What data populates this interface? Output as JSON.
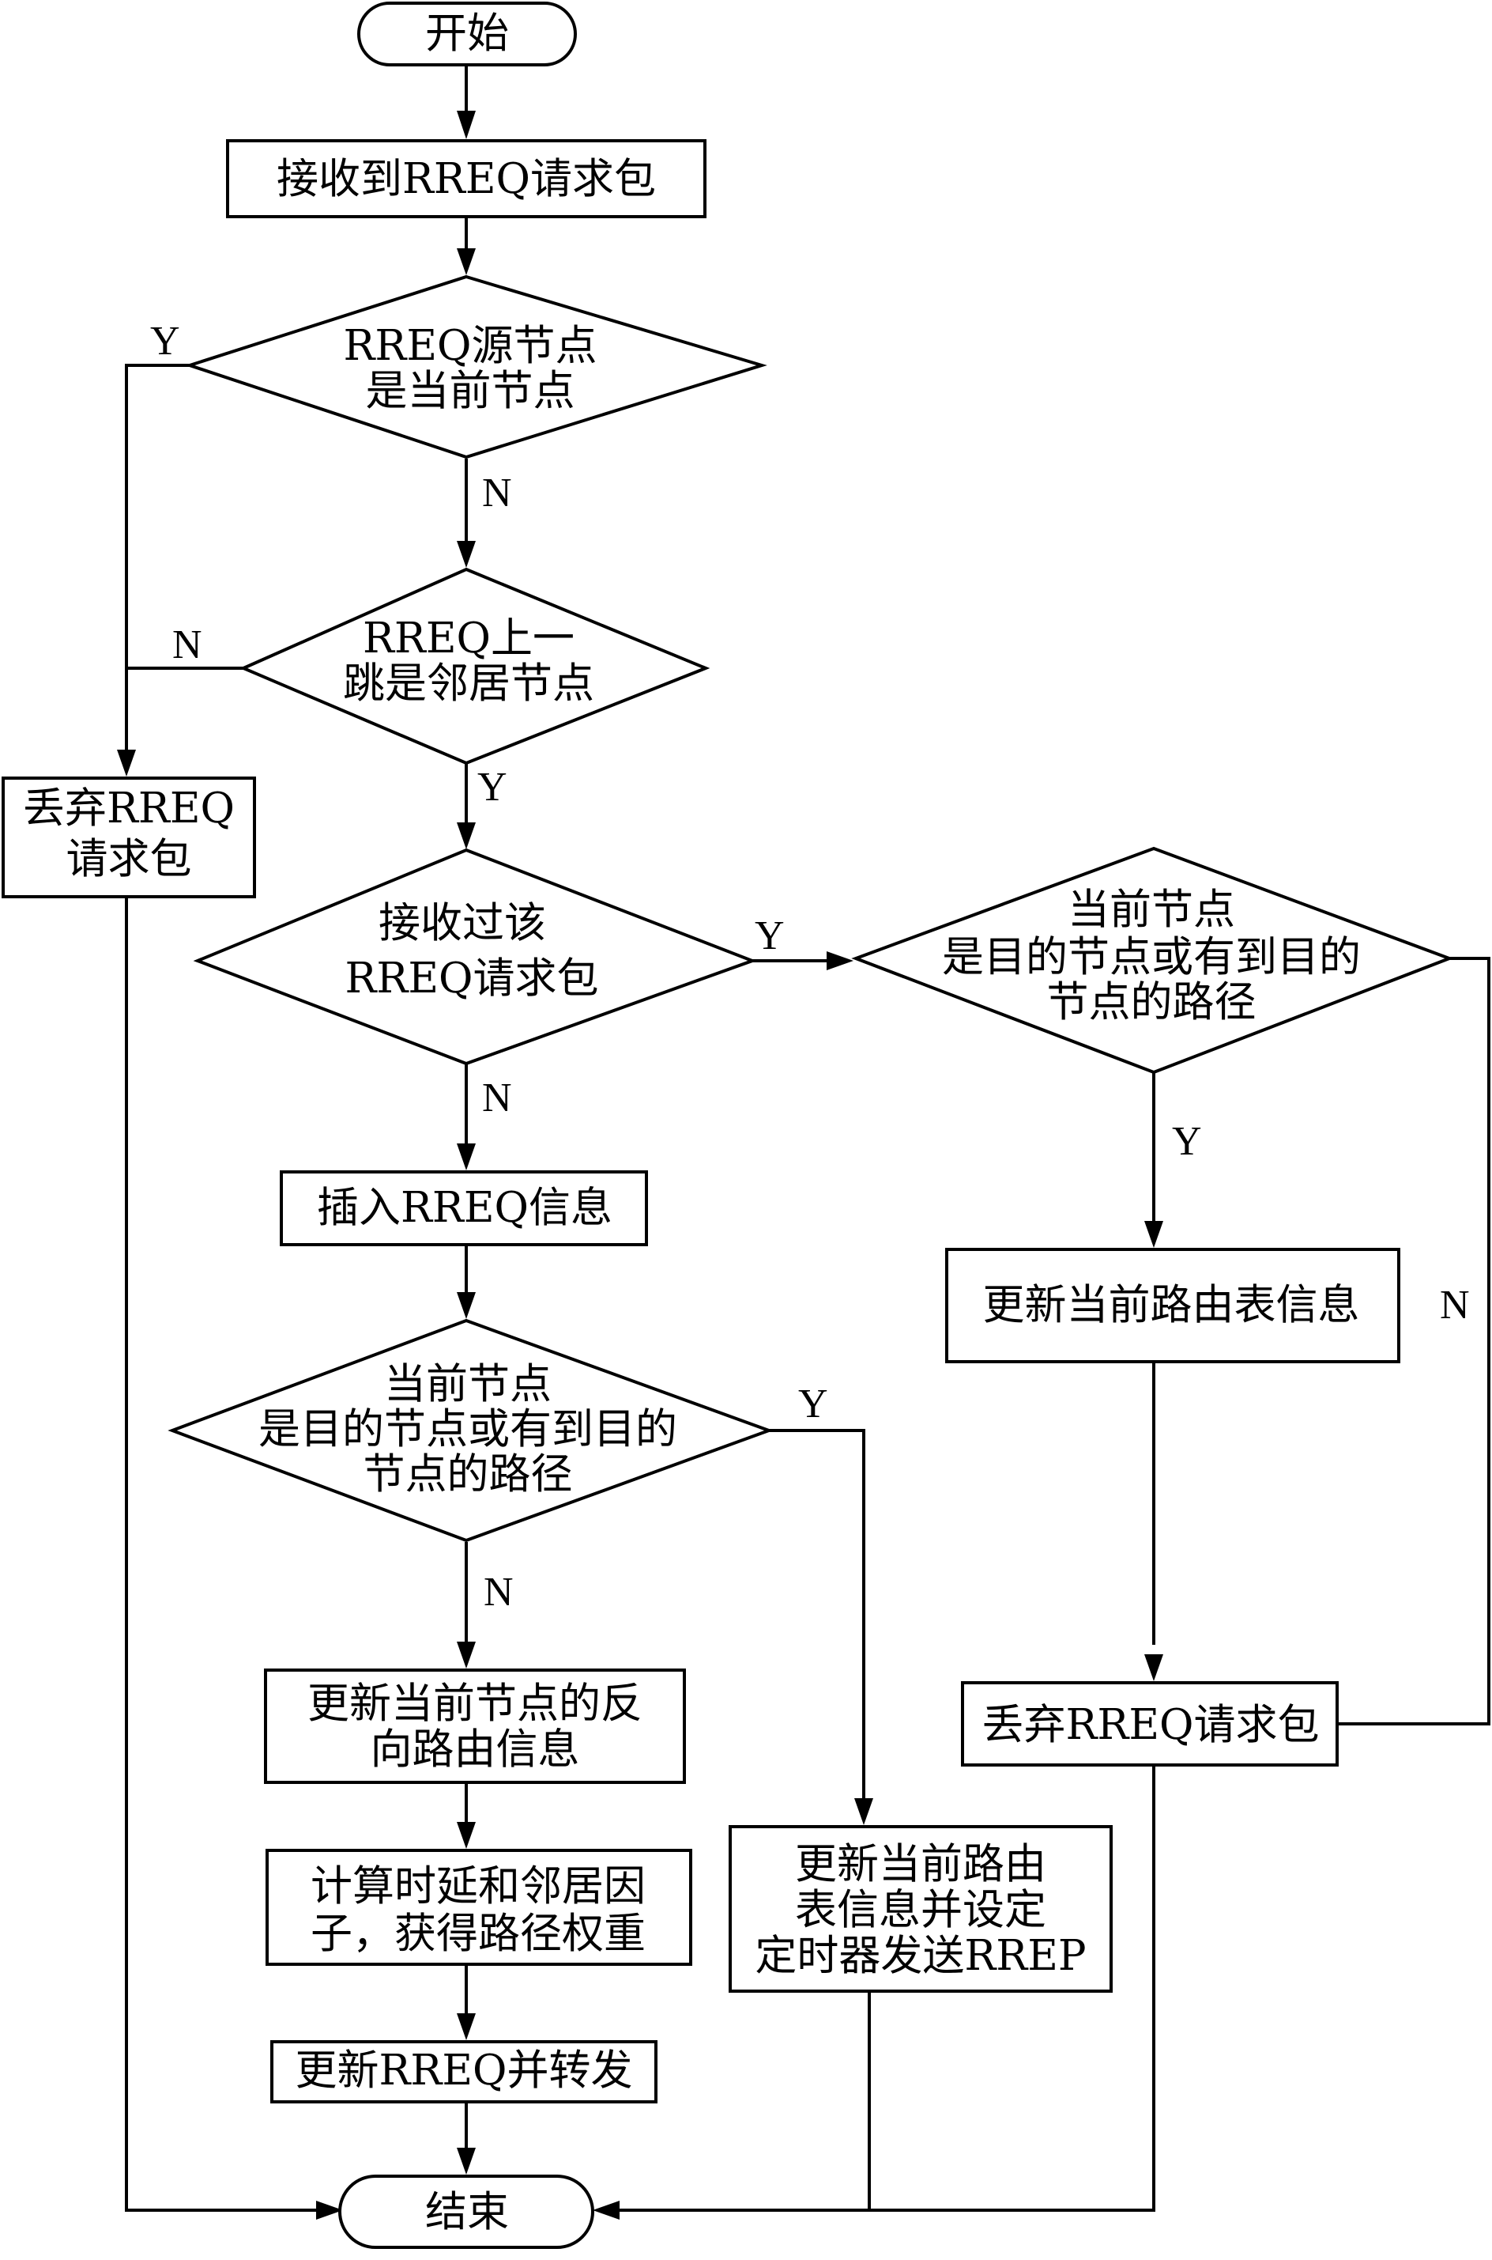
{
  "nodes": {
    "start": "开始",
    "receive": "接收到RREQ请求包",
    "source_check_1": "RREQ源节点",
    "source_check_2": "是当前节点",
    "prev_hop_1": "RREQ上一",
    "prev_hop_2": "跳是邻居节点",
    "discard_left_1": "丢弃RREQ",
    "discard_left_2": "请求包",
    "received_1": "接收过该",
    "received_2": "RREQ请求包",
    "insert": "插入RREQ信息",
    "dest_mid_1": "当前节点",
    "dest_mid_2": "是目的节点或有到目的",
    "dest_mid_3": "节点的路径",
    "update_reverse_1": "更新当前节点的反",
    "update_reverse_2": "向路由信息",
    "compute_1": "计算时延和邻居因",
    "compute_2": "子，获得路径权重",
    "update_forward": "更新RREQ并转发",
    "end": "结束",
    "dest_right_1": "当前节点",
    "dest_right_2": "是目的节点或有到目的",
    "dest_right_3": "节点的路径",
    "update_table": "更新当前路由表信息",
    "discard_right": "丢弃RREQ请求包",
    "set_timer_1": "更新当前路由",
    "set_timer_2": "表信息并设定",
    "set_timer_3": "定时器发送RREP"
  },
  "edge_labels": {
    "source_yes": "Y",
    "source_no": "N",
    "prev_no": "N",
    "prev_yes": "Y",
    "received_yes": "Y",
    "received_no": "N",
    "dest_mid_yes": "Y",
    "dest_mid_no": "N",
    "dest_right_yes": "Y",
    "dest_right_no": "N"
  }
}
